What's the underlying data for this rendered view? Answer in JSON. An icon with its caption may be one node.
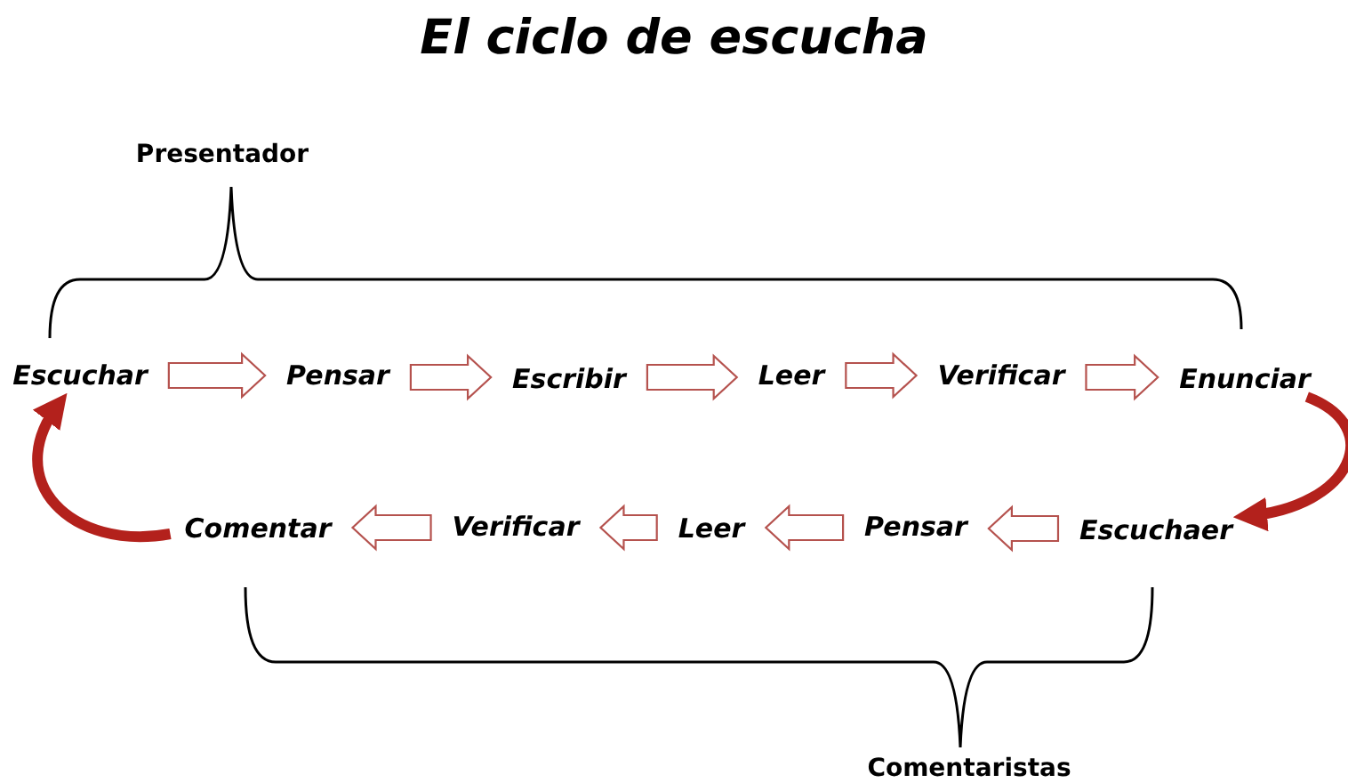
{
  "diagram": {
    "title": "El ciclo de escucha",
    "nodes": [
      {
        "text": [
          "Escuchar"
        ]
      },
      {
        "text": [
          "Pensar"
        ]
      },
      {
        "text": [
          "Escribir"
        ]
      },
      {
        "text": [
          "Leer"
        ]
      },
      {
        "text": [
          "Verificar"
        ]
      },
      {
        "text": [
          "Enunciar"
        ]
      },
      {
        "text": [
          "Escuchaer"
        ]
      },
      {
        "text": [
          "Pensar"
        ]
      },
      {
        "text": [
          "Leer"
        ]
      },
      {
        "text": [
          "Verificar"
        ]
      },
      {
        "text": [
          "Comentar"
        ]
      }
    ],
    "edges": [
      {
        "from": 0,
        "to": 1,
        "arrow": "to"
      },
      {
        "from": 1,
        "to": 2,
        "arrow": "to"
      },
      {
        "from": 2,
        "to": 3,
        "arrow": "to"
      },
      {
        "from": 3,
        "to": 4,
        "arrow": "to"
      },
      {
        "from": 4,
        "to": 5,
        "arrow": "to"
      },
      {
        "from": 5,
        "to": 6,
        "arrow": "to",
        "color": "#b3211c"
      },
      {
        "from": 6,
        "to": 7,
        "arrow": "to"
      },
      {
        "from": 7,
        "to": 8,
        "arrow": "to"
      },
      {
        "from": 8,
        "to": 9,
        "arrow": "to"
      },
      {
        "from": 9,
        "to": 10,
        "arrow": "to"
      },
      {
        "from": 10,
        "to": 0,
        "arrow": "to",
        "color": "#b3211c"
      }
    ],
    "labels": [
      "Presentador",
      "Comentaristas"
    ]
  }
}
